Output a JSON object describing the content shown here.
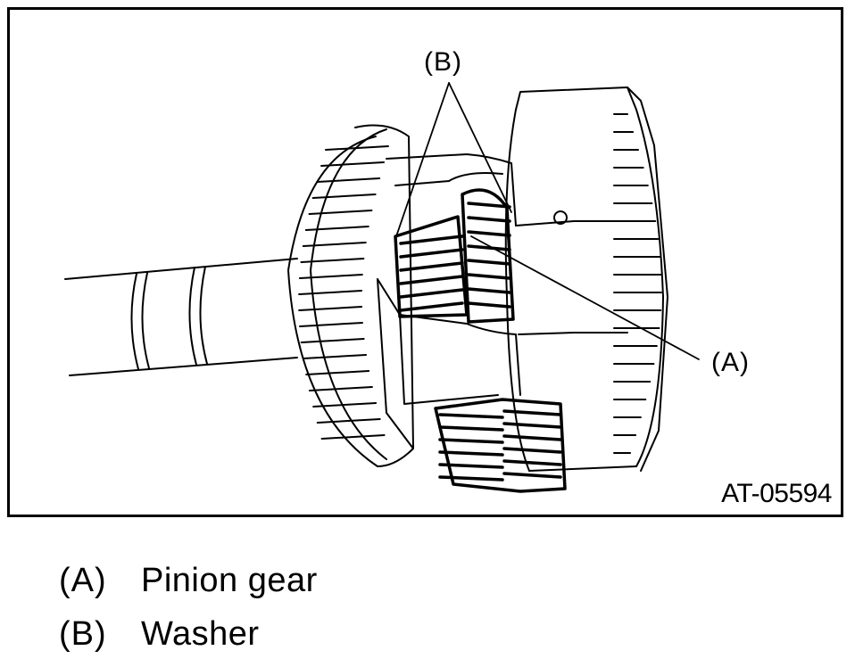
{
  "figure": {
    "callout_a": "(A)",
    "callout_b": "(B)",
    "figure_id": "AT-05594"
  },
  "legend": [
    {
      "key": "(A)",
      "label": "Pinion gear"
    },
    {
      "key": "(B)",
      "label": "Washer"
    }
  ]
}
